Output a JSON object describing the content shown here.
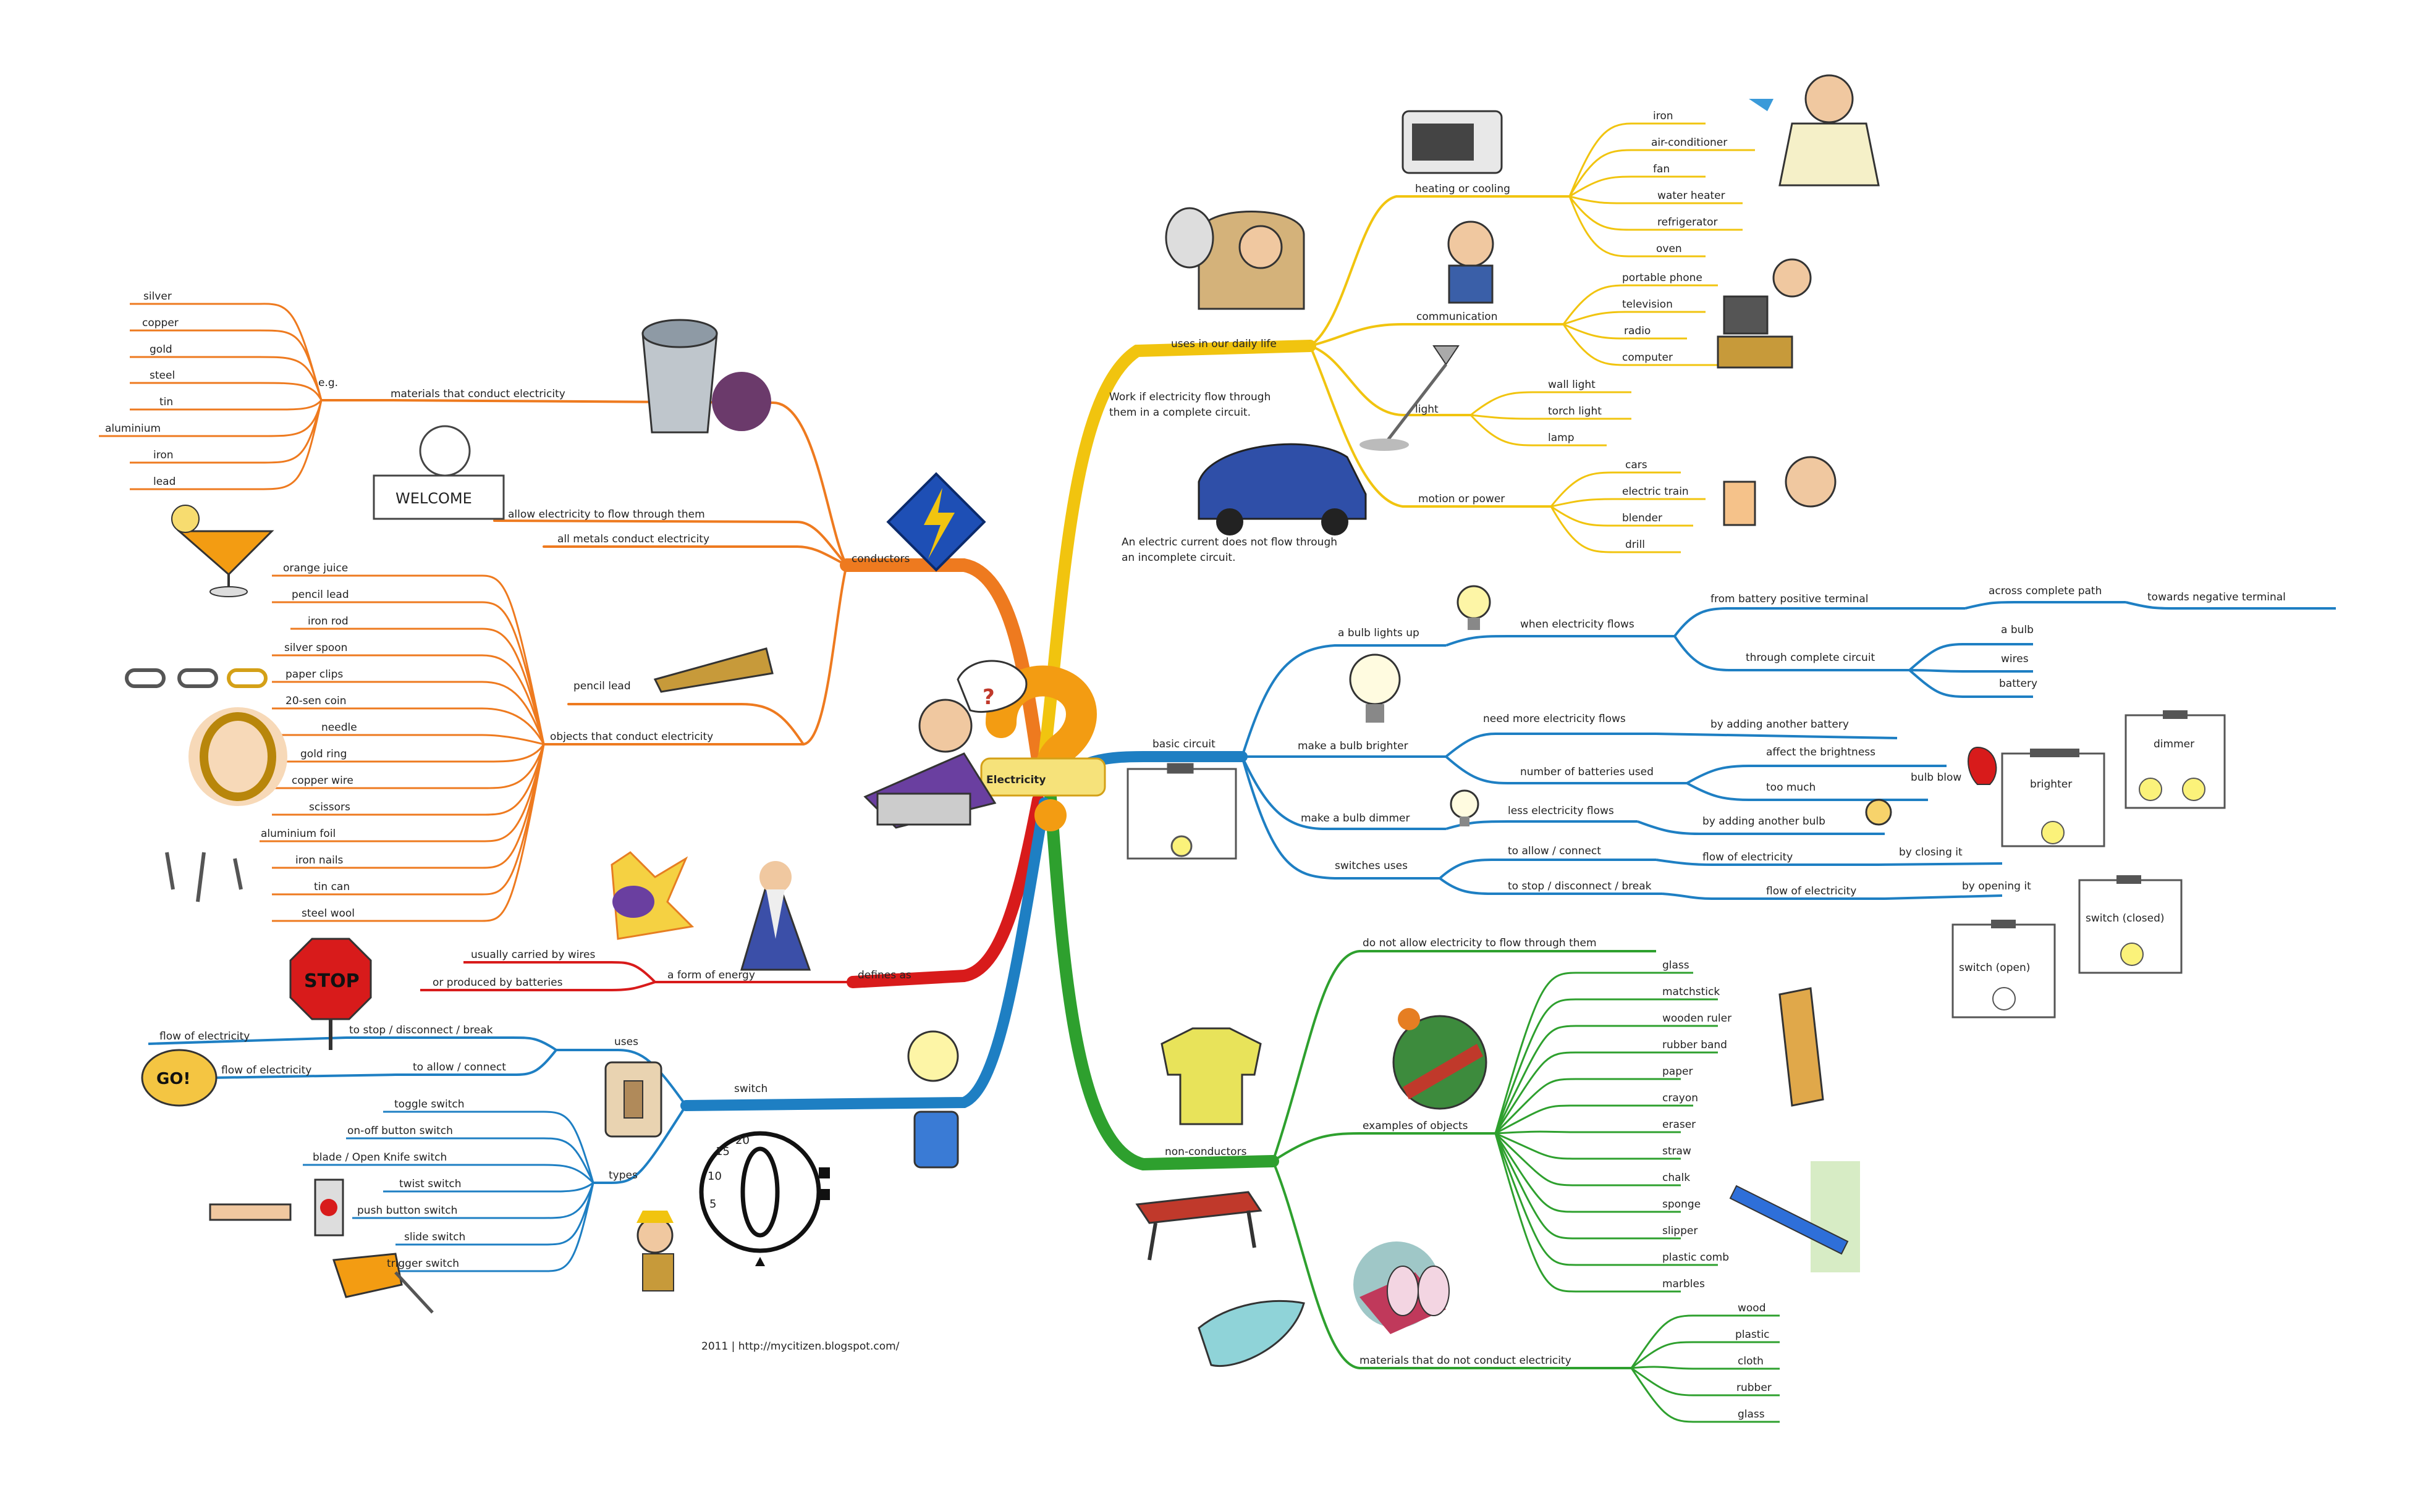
{
  "center": {
    "label": "Electricity"
  },
  "footer": "2011 | http://mycitizen.blogspot.com/",
  "colors": {
    "orange": "#ee7a1f",
    "yellow": "#f1c40f",
    "blue": "#1e7fc3",
    "green": "#2ea02e",
    "red": "#d81b1b",
    "note": "#4aa14a"
  },
  "conductors": {
    "label": "conductors",
    "materials": "materials that conduct electricity",
    "eg": "e.g.",
    "eg_items": [
      "silver",
      "copper",
      "gold",
      "steel",
      "tin",
      "aluminium",
      "iron",
      "lead"
    ],
    "allow": "allow electricity to flow through them",
    "all_metals": "all metals conduct electricity",
    "pencil_lead": "pencil lead",
    "objects": "objects that conduct electricity",
    "object_items": [
      "orange juice",
      "pencil lead",
      "iron rod",
      "silver spoon",
      "paper clips",
      "20-sen coin",
      "needle",
      "gold ring",
      "copper wire",
      "scissors",
      "aluminium foil",
      "iron nails",
      "tin can",
      "steel wool"
    ]
  },
  "energy": {
    "defines_as": "defines as",
    "form": "a form of energy",
    "carried": "usually carried by wires",
    "produced": "or produced by batteries"
  },
  "switch": {
    "label": "switch",
    "uses": "uses",
    "stop": "to stop / disconnect / break",
    "allow": "to allow / connect",
    "flow1": "flow of electricity",
    "flow2": "flow of electricity",
    "types": "types",
    "type_items": [
      "toggle switch",
      "on-off button switch",
      "blade / Open Knife switch",
      "twist switch",
      "push button switch",
      "slide switch",
      "trigger switch"
    ],
    "stop_sign": "STOP",
    "go_sign": "GO!",
    "welcome": "WELCOME"
  },
  "uses": {
    "label": "uses in our daily life",
    "heating": "heating or cooling",
    "heating_items": [
      "iron",
      "air-conditioner",
      "fan",
      "water heater",
      "refrigerator",
      "oven"
    ],
    "communication": "communication",
    "comm_items": [
      "portable phone",
      "television",
      "radio",
      "computer"
    ],
    "light": "light",
    "light_items": [
      "wall light",
      "torch light",
      "lamp"
    ],
    "motion": "motion or power",
    "motion_items": [
      "cars",
      "electric train",
      "blender",
      "drill"
    ],
    "note1": [
      "Work if electricity flow through",
      "them in a complete circuit."
    ],
    "note2": [
      "An electric current does not flow through",
      "an incomplete circuit."
    ]
  },
  "basic": {
    "label": "basic circuit",
    "lights_up": "a bulb lights up",
    "when_flows": "when electricity flows",
    "from_battery": "from battery positive terminal",
    "across": "across complete path",
    "towards": "towards negative terminal",
    "through": "through complete circuit",
    "through_items": [
      "a bulb",
      "wires",
      "battery"
    ],
    "brighter": "make a bulb brighter",
    "need_more": "need more electricity flows",
    "by_adding_battery": "by adding another battery",
    "number_batteries": "number of batteries used",
    "affect": "affect the brightness",
    "too_much": "too much",
    "bulb_blow": "bulb blow",
    "dimmer": "make a bulb dimmer",
    "less_flows": "less electricity flows",
    "by_adding_bulb": "by adding another bulb",
    "switches_uses": "switches uses",
    "to_allow": "to allow / connect",
    "flow_a": "flow of electricity",
    "by_closing": "by closing it",
    "to_stop": "to stop / disconnect / break",
    "flow_b": "flow of electricity",
    "by_opening": "by opening it",
    "box_brighter": "brighter",
    "box_dimmer": "dimmer",
    "box_open": "switch (open)",
    "box_closed": "switch (closed)"
  },
  "non": {
    "label": "non-conductors",
    "do_not": "do not allow electricity to flow through them",
    "examples": "examples of objects",
    "example_items": [
      "glass",
      "matchstick",
      "wooden ruler",
      "rubber band",
      "paper",
      "crayon",
      "eraser",
      "straw",
      "chalk",
      "sponge",
      "slipper",
      "plastic comb",
      "marbles"
    ],
    "materials": "materials that do not conduct electricity",
    "material_items": [
      "wood",
      "plastic",
      "cloth",
      "rubber",
      "glass"
    ]
  },
  "dial": {
    "labels": [
      "20",
      "15",
      "10",
      "5"
    ]
  }
}
